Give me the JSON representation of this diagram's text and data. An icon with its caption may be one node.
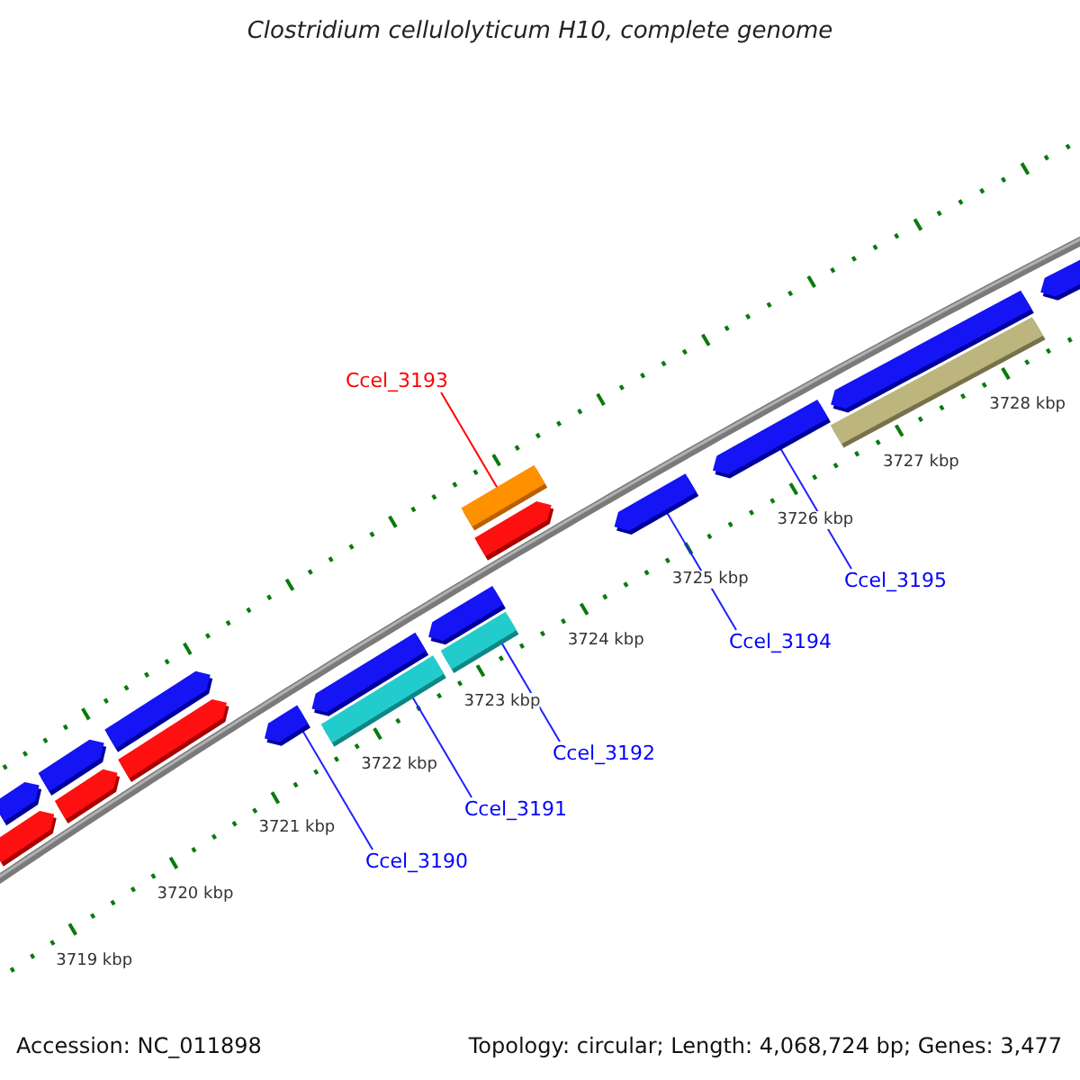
{
  "diagram": {
    "title": "Clostridium cellulolyticum H10, complete genome",
    "nodes": [
      {
        "text": [
          "Ccel_3193"
        ]
      },
      {
        "text": [
          "Ccel_3190"
        ]
      },
      {
        "text": [
          "Ccel_3191"
        ]
      },
      {
        "text": [
          "Ccel_3192"
        ]
      },
      {
        "text": [
          "Ccel_3194"
        ]
      },
      {
        "text": [
          "Ccel_3195"
        ]
      },
      {
        "text": [],
        "shape": "arrow"
      },
      {
        "text": [],
        "shape": "arrow"
      },
      {
        "text": [],
        "shape": "arrow"
      },
      {
        "text": [],
        "shape": "arrow"
      },
      {
        "text": [],
        "shape": "arrow"
      },
      {
        "text": [],
        "shape": "arrow"
      },
      {
        "text": [],
        "shape": "bar"
      },
      {
        "text": [],
        "shape": "arrow"
      },
      {
        "text": [],
        "shape": "arrow"
      },
      {
        "text": [],
        "shape": "arrow"
      },
      {
        "text": [],
        "shape": "arrow"
      },
      {
        "text": [],
        "shape": "arrow"
      },
      {
        "text": [],
        "shape": "arrow"
      },
      {
        "text": [],
        "shape": "arrow"
      },
      {
        "text": [],
        "shape": "arrow"
      },
      {
        "text": [],
        "shape": "bar"
      },
      {
        "text": [],
        "shape": "bar"
      },
      {
        "text": [],
        "shape": "bar"
      }
    ],
    "edges": [
      {
        "from": 0,
        "to": 12,
        "arrow": "none",
        "color": "#ff0000"
      },
      {
        "from": 1,
        "to": 14,
        "arrow": "none"
      },
      {
        "from": 2,
        "to": 21,
        "arrow": "none"
      },
      {
        "from": 3,
        "to": 22,
        "arrow": "none"
      },
      {
        "from": 4,
        "to": 17,
        "arrow": "none"
      },
      {
        "from": 5,
        "to": 18,
        "arrow": "none"
      }
    ],
    "labels": [
      "3719 kbp",
      "3720 kbp",
      "3721 kbp",
      "3722 kbp",
      "3723 kbp",
      "3724 kbp",
      "3725 kbp",
      "3726 kbp",
      "3727 kbp",
      "3728 kbp",
      "Accession: NC_011898",
      "Topology: circular; Length: 4,068,724 bp; Genes: 3,477"
    ]
  }
}
